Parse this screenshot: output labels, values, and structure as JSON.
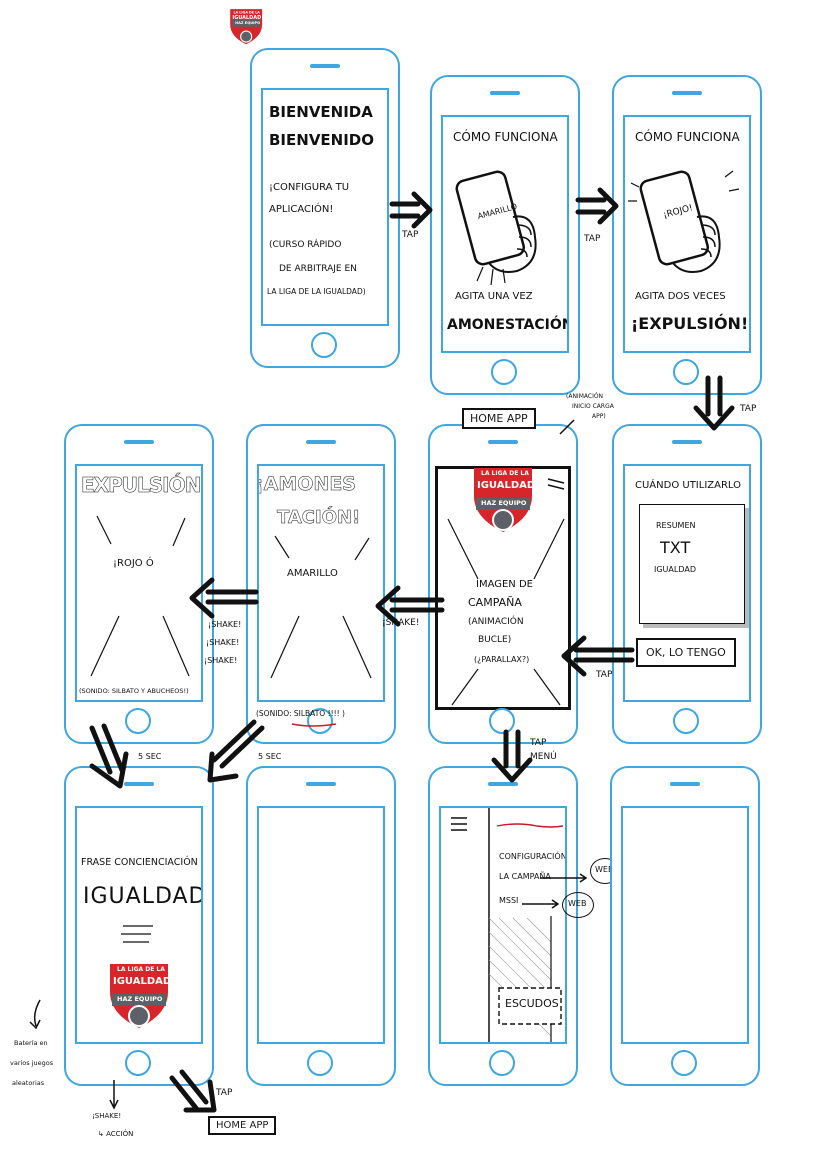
{
  "logo": {
    "line1": "LA LIGA DE LA",
    "line2": "IGUALDAD",
    "line3": "HAZ EQUIPO"
  },
  "screens": {
    "welcome": {
      "title1": "BIENVENIDA",
      "title2": "BIENVENIDO",
      "line1": "¡CONFIGURA TU",
      "line2": "APLICACIÓN!",
      "line3": "(CURSO RÁPIDO",
      "line4": "DE ARBITRAJE EN",
      "line5": "LA LIGA DE LA IGUALDAD)"
    },
    "how1": {
      "title": "CÓMO FUNCIONA",
      "phone_text": "AMARILLO",
      "shake": "AGITA UNA VEZ",
      "result": "AMONESTACIÓN"
    },
    "how2": {
      "title": "CÓMO FUNCIONA",
      "phone_text": "¡ROJO!",
      "shake": "AGITA DOS VECES",
      "result": "¡EXPULSIÓN!"
    },
    "when": {
      "title": "CUÁNDO UTILIZARLO",
      "card1": "RESUMEN",
      "card2": "TXT",
      "card3": "IGUALDAD",
      "button": "OK, LO TENGO"
    },
    "home": {
      "campaign1": "IMAGEN DE",
      "campaign2": "CAMPAÑA",
      "campaign3": "(ANIMACIÓN",
      "campaign4": "BUCLE)",
      "campaign5": "(¿PARALLAX?)"
    },
    "amonestacion": {
      "title1": "¡AMONES",
      "title2": "TACIÓN!",
      "sub": "AMARILLO",
      "sound": "(SONIDO: SILBATO !!!! )"
    },
    "expulsion": {
      "title": "EXPULSIÓN",
      "sub": "¡ROJO Ó",
      "sound": "(SONIDO: SILBATO Y ABUCHEOS!)"
    },
    "awareness": {
      "line1": "FRASE CONCIENCIACIÓN",
      "line2": "IGUALDAD"
    },
    "menu": {
      "item1": "CONFIGURACIÓN",
      "item2": "LA CAMPAÑA",
      "item3": "MSSI",
      "web1": "WEB",
      "web2": "WEB",
      "shields": "ESCUDOS"
    }
  },
  "annotations": {
    "tap1": "TAP",
    "tap2": "TAP",
    "tap3": "TAP",
    "tap4": "TAP",
    "tap_menu1": "TAP",
    "tap_menu2": "MENÚ",
    "tap5": "TAP",
    "home_app_top": "HOME APP",
    "home_app_bottom": "HOME APP",
    "anim_note1": "(ANIMACIÓN",
    "anim_note2": "INICIO CARGA",
    "anim_note3": "APP)",
    "shake_single": "¡SHAKE!",
    "shake_triple1": "¡SHAKE!",
    "shake_triple2": "¡SHAKE!",
    "shake_triple3": "¡SHAKE!",
    "five_sec1": "5 SEC",
    "five_sec2": "5 SEC",
    "battery1": "Batería en",
    "battery2": "varios juegos",
    "battery3": "aleatorias",
    "shake_action1": "¡SHAKE!",
    "shake_action2": "↳ ACCIÓN"
  },
  "colors": {
    "phone_outline": "#3ea6e0",
    "logo_red": "#d7262b",
    "logo_gray": "#5b6166",
    "ink": "#111111",
    "menu_red": "#c9182a"
  }
}
